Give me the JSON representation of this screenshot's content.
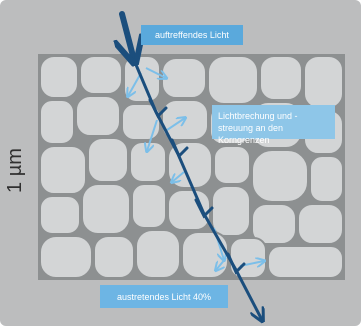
{
  "diagram": {
    "scale_label": "1 µm",
    "incoming_label": "auftreffendes Licht",
    "scatter_label": "Lichtbrechung und -streuung an den Korngrenzen",
    "outgoing_label": "austretendes Licht 40%",
    "colors": {
      "background": "#bcbdbe",
      "grain_fill": "#d3d5d6",
      "grain_boundary": "#8d9091",
      "main_ray": "#1b4e7d",
      "scattered_ray": "#7cbfe9",
      "label_top": "#5aa9dc",
      "label_mid": "#8ec6e8",
      "label_bottom": "#6db5e4"
    }
  }
}
